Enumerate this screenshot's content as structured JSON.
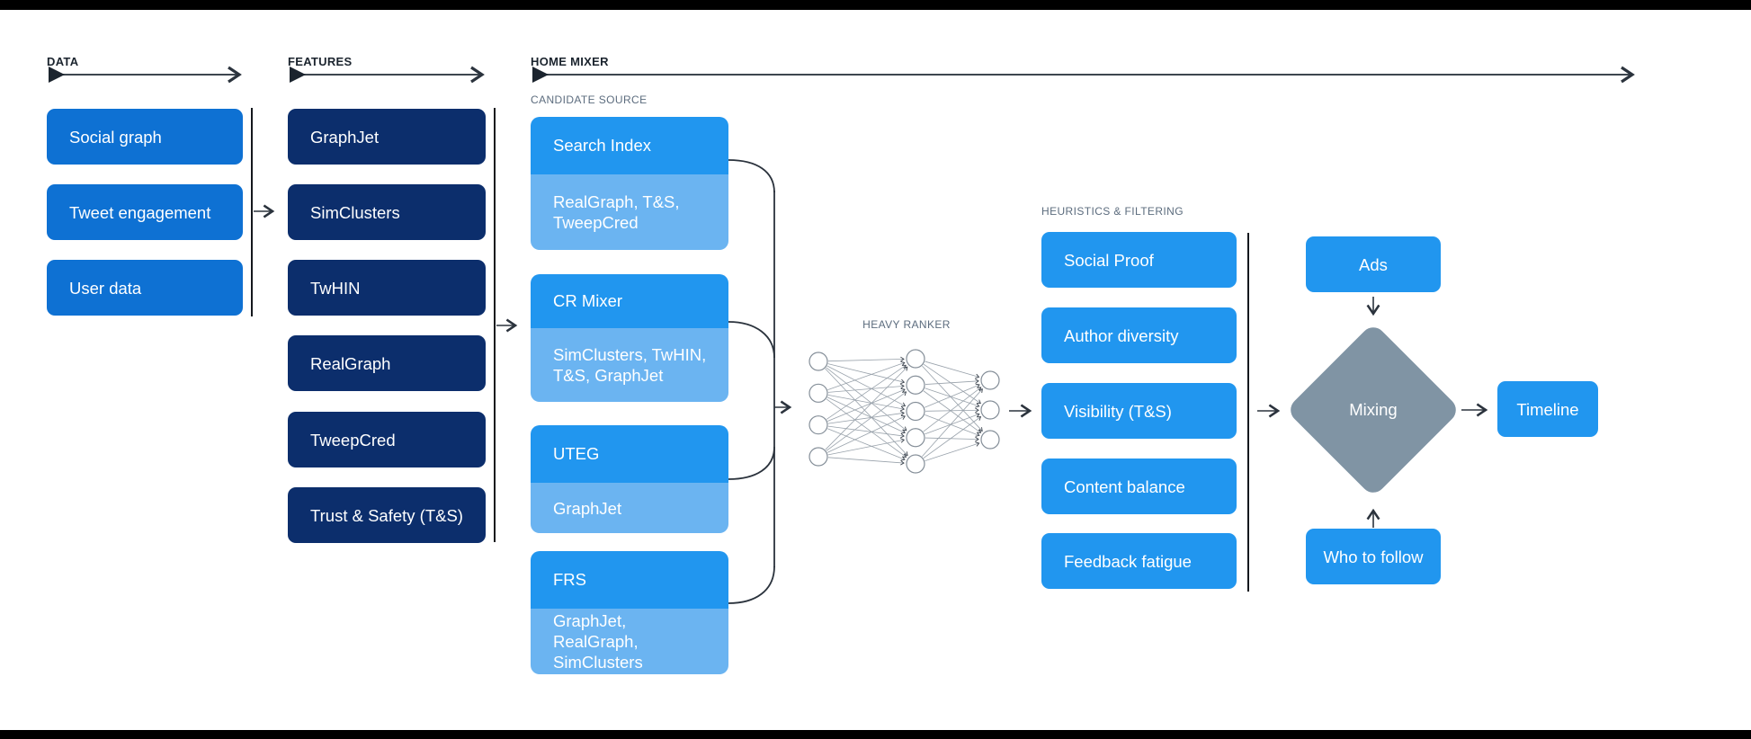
{
  "sections": {
    "data": {
      "label": "DATA"
    },
    "features": {
      "label": "FEATURES"
    },
    "home_mixer": {
      "label": "HOME MIXER"
    },
    "candidate_source": {
      "label": "CANDIDATE SOURCE"
    },
    "heavy_ranker": {
      "label": "HEAVY RANKER"
    },
    "heuristics": {
      "label": "HEURISTICS & FILTERING"
    }
  },
  "data_nodes": [
    "Social graph",
    "Tweet engagement",
    "User data"
  ],
  "feature_nodes": [
    "GraphJet",
    "SimClusters",
    "TwHIN",
    "RealGraph",
    "TweepCred",
    "Trust & Safety (T&S)"
  ],
  "candidate_sources": [
    {
      "name": "Search Index",
      "feature_inputs": "RealGraph, T&S, TweepCred"
    },
    {
      "name": "CR Mixer",
      "feature_inputs": "SimClusters, TwHIN, T&S, GraphJet"
    },
    {
      "name": "UTEG",
      "feature_inputs": "GraphJet"
    },
    {
      "name": "FRS",
      "feature_inputs": "GraphJet, RealGraph, SimClusters"
    }
  ],
  "heuristic_nodes": [
    "Social Proof",
    "Author diversity",
    "Visibility (T&S)",
    "Content balance",
    "Feedback fatigue"
  ],
  "mixing_stage": {
    "ads": "Ads",
    "mixing": "Mixing",
    "who_to_follow": "Who to follow",
    "timeline": "Timeline"
  },
  "heavy_ranker_network": {
    "input_nodes": 4,
    "hidden_nodes": 5,
    "output_nodes": 3
  },
  "colors": {
    "data_box": "#0e71d3",
    "feature_box": "#0c2e6c",
    "primary_box": "#2196ef",
    "input_sub_box": "#6bb4f1",
    "mixing_diamond": "#8094a4"
  }
}
